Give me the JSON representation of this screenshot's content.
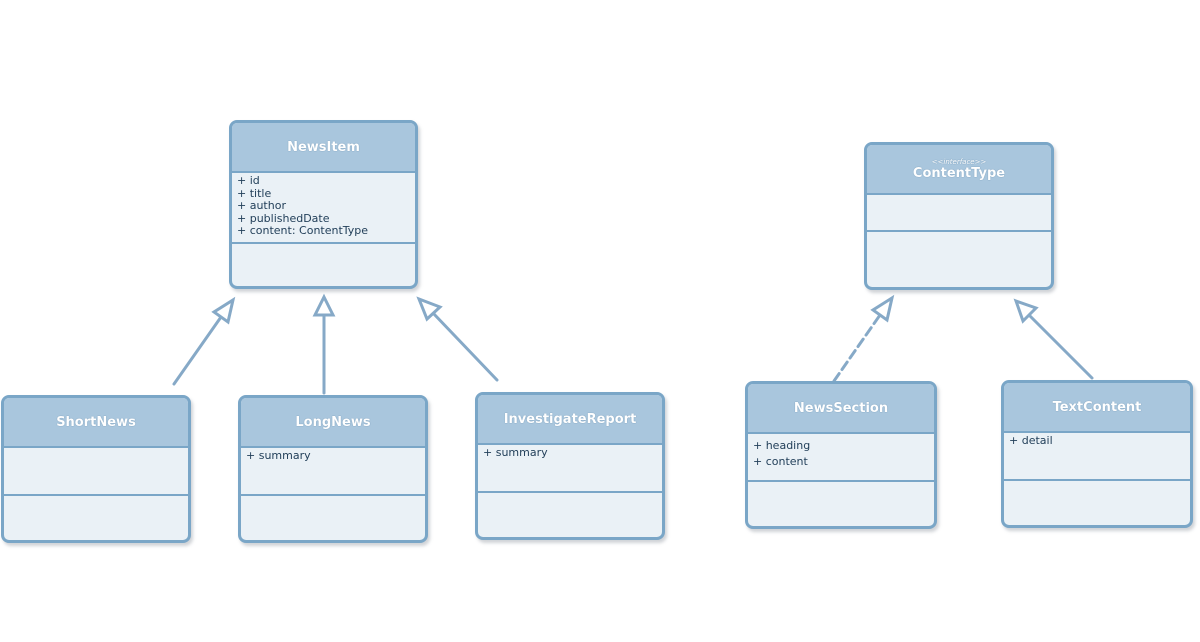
{
  "classes": {
    "news_item": {
      "name": "NewsItem",
      "attributes": [
        "+ id",
        "+ title",
        "+ author",
        "+ publishedDate",
        "+ content: ContentType"
      ]
    },
    "short_news": {
      "name": "ShortNews",
      "attributes": []
    },
    "long_news": {
      "name": "LongNews",
      "attributes": [
        "+ summary"
      ]
    },
    "investigate_report": {
      "name": "InvestigateReport",
      "attributes": [
        "+ summary"
      ]
    },
    "content_type": {
      "stereotype": "<<interface>>",
      "name": "ContentType",
      "attributes": []
    },
    "news_section": {
      "name": "NewsSection",
      "attributes": [
        "+ heading",
        "+ content"
      ]
    },
    "text_content": {
      "name": "TextContent",
      "attributes": [
        "+ detail"
      ]
    }
  },
  "relations": [
    {
      "from": "ShortNews",
      "to": "NewsItem",
      "type": "generalization"
    },
    {
      "from": "LongNews",
      "to": "NewsItem",
      "type": "generalization"
    },
    {
      "from": "InvestigateReport",
      "to": "NewsItem",
      "type": "generalization"
    },
    {
      "from": "NewsSection",
      "to": "ContentType",
      "type": "realization"
    },
    {
      "from": "TextContent",
      "to": "ContentType",
      "type": "generalization"
    }
  ],
  "colors": {
    "border": "#7aa6c7",
    "header": "#a9c6dd",
    "body": "#eaf1f6",
    "text": "#23405a",
    "arrow": "#86a9c7"
  }
}
